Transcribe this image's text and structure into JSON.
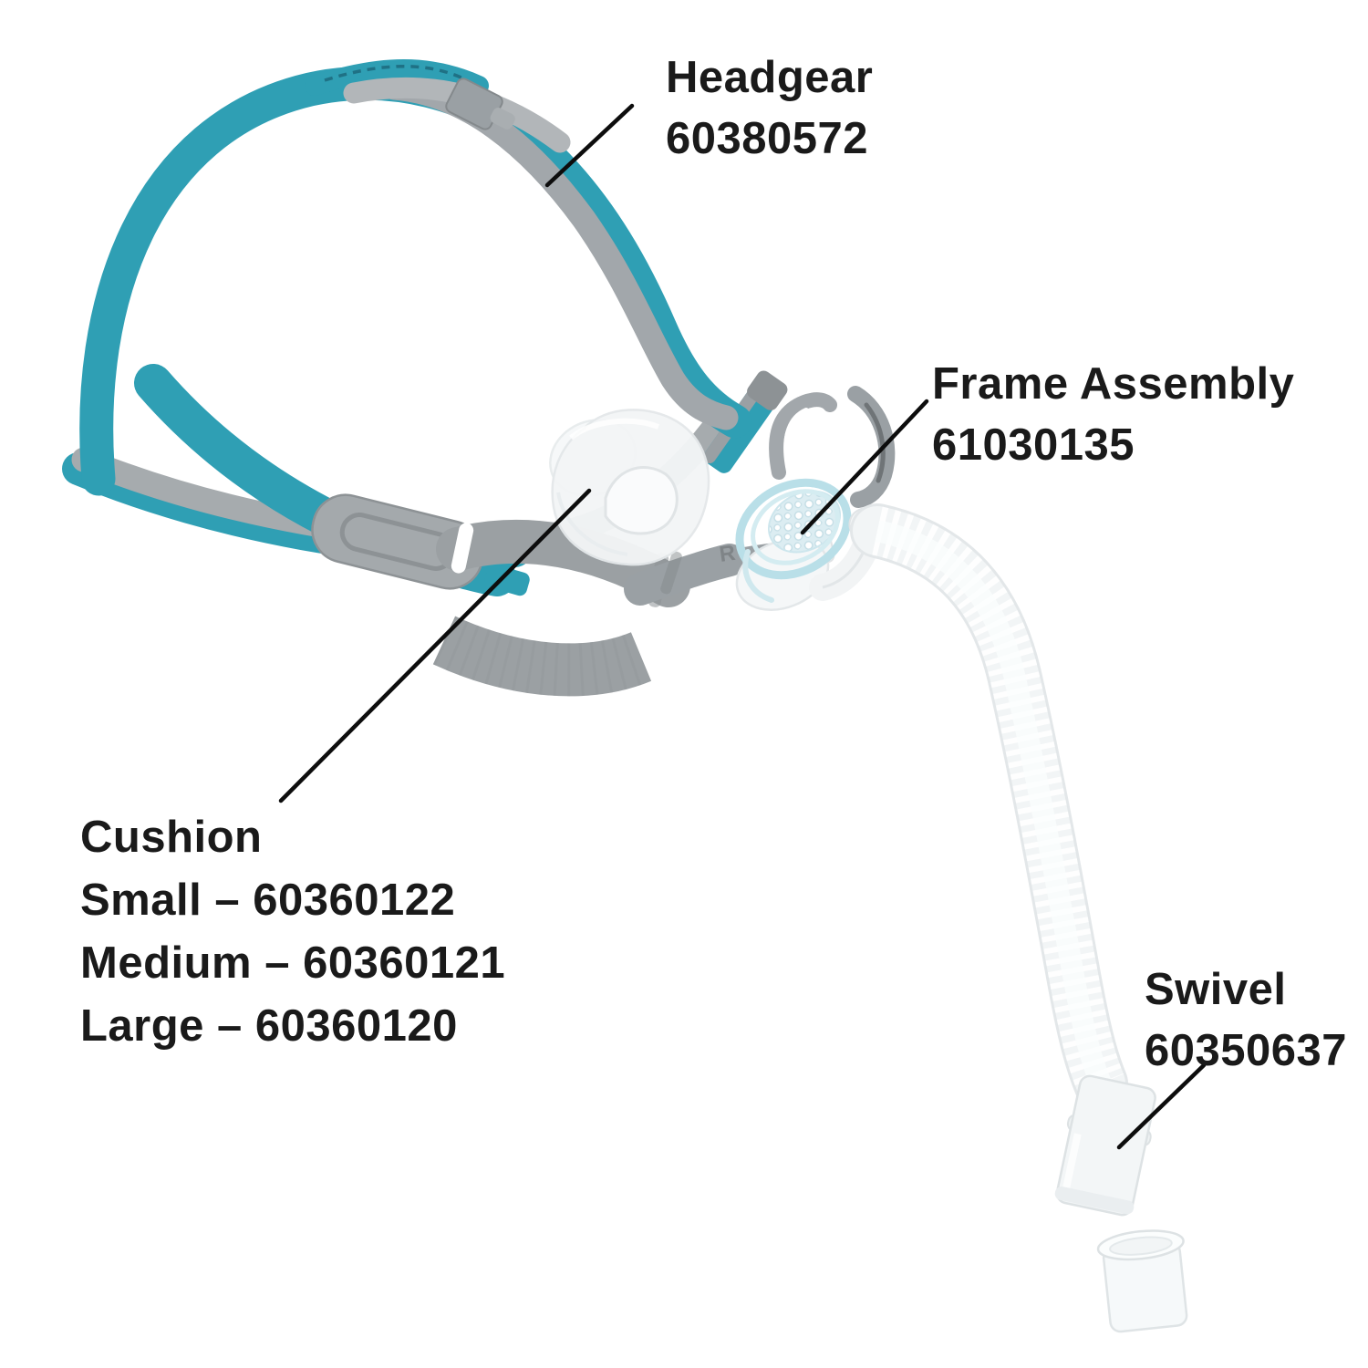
{
  "diagram": {
    "type": "exploded-parts-diagram",
    "subject": "nasal CPAP mask parts",
    "background": "#ffffff",
    "labels": {
      "headgear": {
        "title": "Headgear",
        "part_number": "60380572"
      },
      "frame_assembly": {
        "title": "Frame Assembly",
        "part_number": "61030135"
      },
      "cushion": {
        "title": "Cushion",
        "sizes": [
          "Small – 60360122",
          "Medium – 60360121",
          "Large – 60360120"
        ]
      },
      "swivel": {
        "title": "Swivel",
        "part_number": "60350637"
      }
    },
    "markings": {
      "frame_strap_letter": "R"
    },
    "colors": {
      "headgear_teal": "#2f9fb4",
      "strap_gray": "#9ba0a4",
      "frame_blue_ring": "#b9dfe8",
      "tube_white": "#f2f5f6",
      "label_text": "#1a1a1a",
      "leader_line": "#0d0d0d"
    }
  }
}
